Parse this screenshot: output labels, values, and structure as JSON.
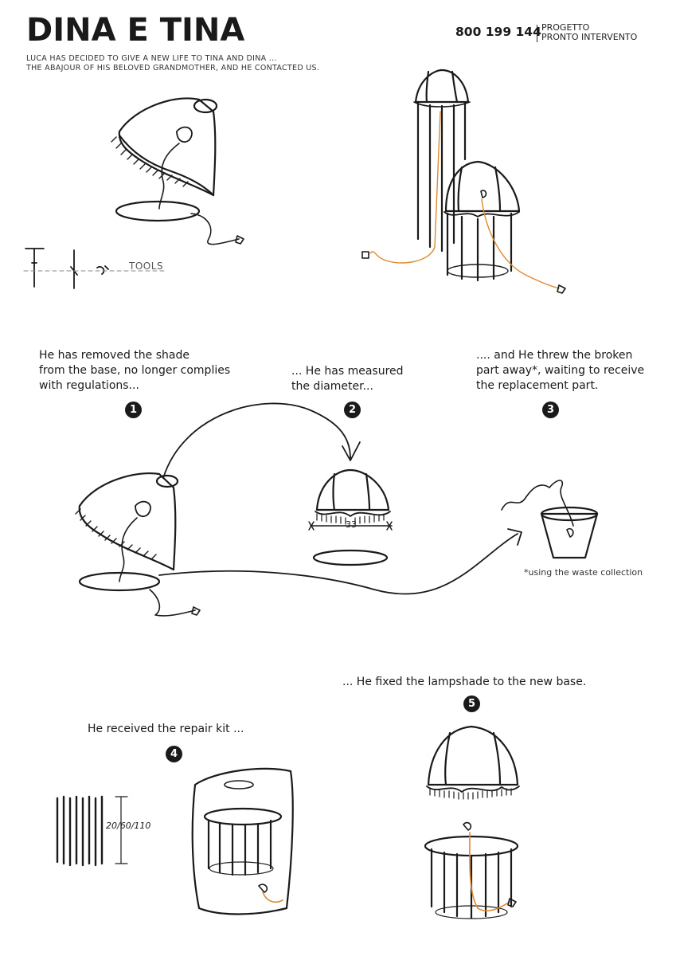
{
  "header": {
    "title": "DINA E TINA",
    "subtitle_line1": "LUCA HAS DECIDED TO GIVE A NEW LIFE TO TINA AND DINA ...",
    "subtitle_line2": "THE ABAJOUR OF HIS BELOVED GRANDMOTHER, AND HE CONTACTED US.",
    "phone": "800 199 144",
    "project_line1": "PROGETTO",
    "project_line2": "PRONTO INTERVENTO"
  },
  "tools_label": "TOOLS",
  "steps": [
    {
      "number": "1",
      "lines": [
        "He has removed the shade",
        "from the base, no longer complies",
        "with regulations..."
      ]
    },
    {
      "number": "2",
      "lines": [
        "... He has measured",
        "the diameter..."
      ]
    },
    {
      "number": "3",
      "lines": [
        ".... and He threw the broken",
        "part away*, waiting to receive",
        "the replacement part."
      ]
    },
    {
      "number": "4",
      "lines": [
        "He received the repair kit ..."
      ]
    },
    {
      "number": "5",
      "lines": [
        "... He fixed the lampshade to the new base."
      ]
    }
  ],
  "waste_note": "*using the waste collection",
  "diameter_label": "33",
  "kit_label": "20/60/110",
  "colors": {
    "ink": "#1a1a1a",
    "wire": "#e08a2c",
    "background": "#ffffff"
  }
}
